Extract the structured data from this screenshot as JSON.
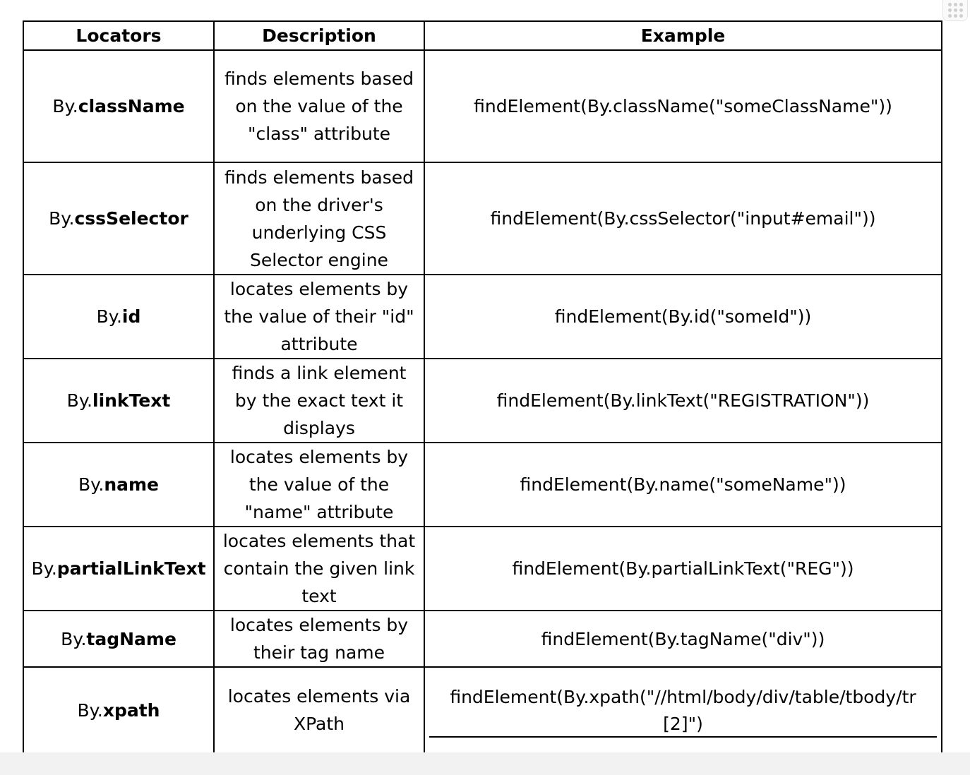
{
  "table": {
    "headers": [
      "Locators",
      "Description",
      "Example"
    ],
    "rows": [
      {
        "prefix": "By.",
        "name": "className",
        "description": "finds elements based on the value of the \"class\" attribute",
        "example": "findElement(By.className(\"someClassName\"))"
      },
      {
        "prefix": "By.",
        "name": "cssSelector",
        "description": "finds elements based on the driver's underlying CSS Selector engine",
        "example": "findElement(By.cssSelector(\"input#email\"))"
      },
      {
        "prefix": "By.",
        "name": "id",
        "description": "locates elements by the value of their \"id\" attribute",
        "example": "findElement(By.id(\"someId\"))"
      },
      {
        "prefix": "By.",
        "name": "linkText",
        "description": "finds a link element by the exact text it displays",
        "example": "findElement(By.linkText(\"REGISTRATION\"))"
      },
      {
        "prefix": "By.",
        "name": "name",
        "description": "locates elements by the value of the \"name\" attribute",
        "example": "findElement(By.name(\"someName\"))"
      },
      {
        "prefix": "By.",
        "name": "partialLinkText",
        "description": "locates elements that contain the given link text",
        "example": "findElement(By.partialLinkText(\"REG\"))"
      },
      {
        "prefix": "By.",
        "name": "tagName",
        "description": "locates elements by their tag name",
        "example": "findElement(By.tagName(\"div\"))"
      },
      {
        "prefix": "By.",
        "name": "xpath",
        "description": "locates elements via XPath",
        "example": "findElement(By.xpath(\"//html/body/div/table/tbody/tr[2]\")"
      }
    ]
  },
  "drag_handle": {
    "icon": "drag-dots-icon"
  }
}
